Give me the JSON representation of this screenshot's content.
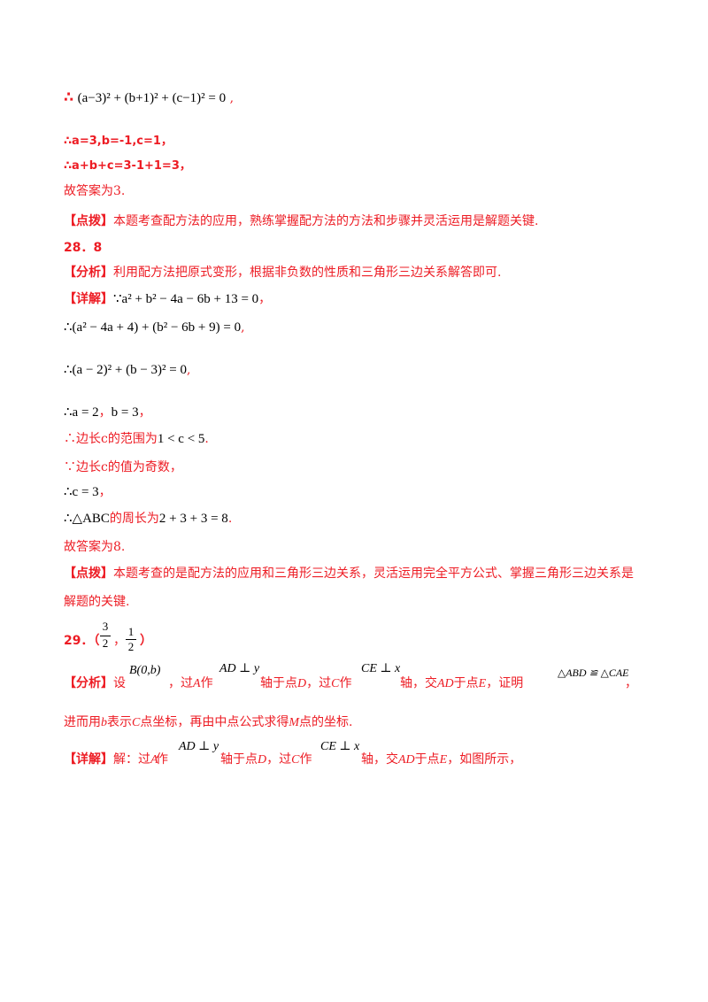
{
  "lines": {
    "l1": "(a−3)² + (b+1)² + (c−1)² = 0",
    "l1_therefore": "∴",
    "l2": "∴a=3,b=-1,c=1，",
    "l3": "∴a+b+c=3-1+1=3，",
    "l4": "故答案为3.",
    "l5_tag": "【点拨】",
    "l5_text": "本题考查配方法的应用，熟练掌握配方法的方法和步骤并灵活运用是解题关键.",
    "q28": "28．8",
    "fx28_tag": "【分析】",
    "fx28_text": "利用配方法把原式变形，根据非负数的性质和三角形三边关系解答即可.",
    "xj28_tag": "【详解】",
    "xj28_because": "∵",
    "xj28_eq": "a² + b² − 4a − 6b + 13 = 0",
    "xj28_l2": "∴(a² − 4a + 4) + (b² − 6b + 9) = 0",
    "xj28_l3": "∴(a − 2)² + (b − 3)² = 0",
    "xj28_l4a": "∴a = 2",
    "xj28_l4b": "b = 3",
    "xj28_l5a": "∴边长c的范围为",
    "xj28_l5b": "1 < c < 5",
    "xj28_l6": "∵边长c的值为奇数，",
    "xj28_l7": "∴c = 3",
    "xj28_l8a": "∴△ABC",
    "xj28_l8b": "的周长为",
    "xj28_l8c": "2 + 3 + 3 = 8",
    "ans28": "故答案为8.",
    "db28_tag": "【点拨】",
    "db28_text1": "本题考查的是配方法的应用和三角形三边关系，灵活运用完全平方公式、掌握三角形三边关系是",
    "db28_text2": "解题的关键.",
    "q29_num": "29．（",
    "q29_f1n": "3",
    "q29_f1d": "2",
    "q29_f2n": "1",
    "q29_f2d": "2",
    "q29_close": "）",
    "fx29_tag": "【分析】",
    "fx29_a": "设",
    "fx29_b": "B(0,b)",
    "fx29_c": "，过",
    "fx29_d": "A",
    "fx29_e": "作",
    "fx29_f": "AD ⊥ y",
    "fx29_g": "轴于点",
    "fx29_h": "D",
    "fx29_i": "，过",
    "fx29_j": "C",
    "fx29_k": "作",
    "fx29_l": "CE ⊥ x",
    "fx29_m": "轴，交",
    "fx29_n": "AD",
    "fx29_o": "于点",
    "fx29_p": "E",
    "fx29_q": "，证明",
    "fx29_r": "△ABD ≌ △CAE",
    "fx29_s": "，",
    "fx29_l2a": "进而用",
    "fx29_l2b": "b",
    "fx29_l2c": "表示",
    "fx29_l2d": "C",
    "fx29_l2e": "点坐标，再由中点公式求得",
    "fx29_l2f": "M",
    "fx29_l2g": "点的坐标.",
    "xj29_tag": "【详解】",
    "xj29_a": "解：过",
    "xj29_b": "A",
    "xj29_c": "作",
    "xj29_d": "AD ⊥ y",
    "xj29_e": "轴于点",
    "xj29_f": "D",
    "xj29_g": "，过",
    "xj29_h": "C",
    "xj29_i": "作",
    "xj29_j": "CE ⊥ x",
    "xj29_k": "轴，交",
    "xj29_l": "AD",
    "xj29_m": "于点",
    "xj29_n": "E",
    "xj29_o": "，如图所示，"
  }
}
